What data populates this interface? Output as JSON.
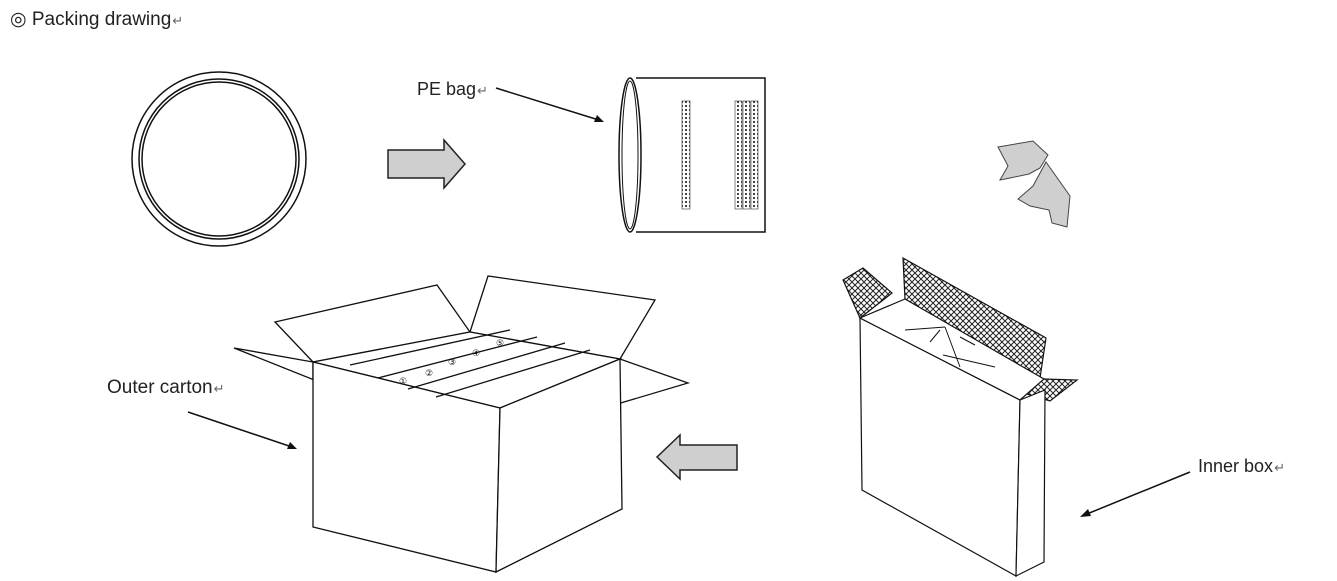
{
  "title": {
    "symbol": "◎",
    "text": "Packing drawing",
    "mark": "↵"
  },
  "labels": {
    "pe_bag": "PE bag",
    "outer_carton": "Outer carton",
    "inner_box": "Inner box",
    "mark": "↵"
  },
  "carton_markers": [
    "①",
    "②",
    "③",
    "④",
    "⑤"
  ],
  "colors": {
    "line": "#111111",
    "arrow_fill": "#cfcfcf",
    "hatch": "#333333"
  }
}
